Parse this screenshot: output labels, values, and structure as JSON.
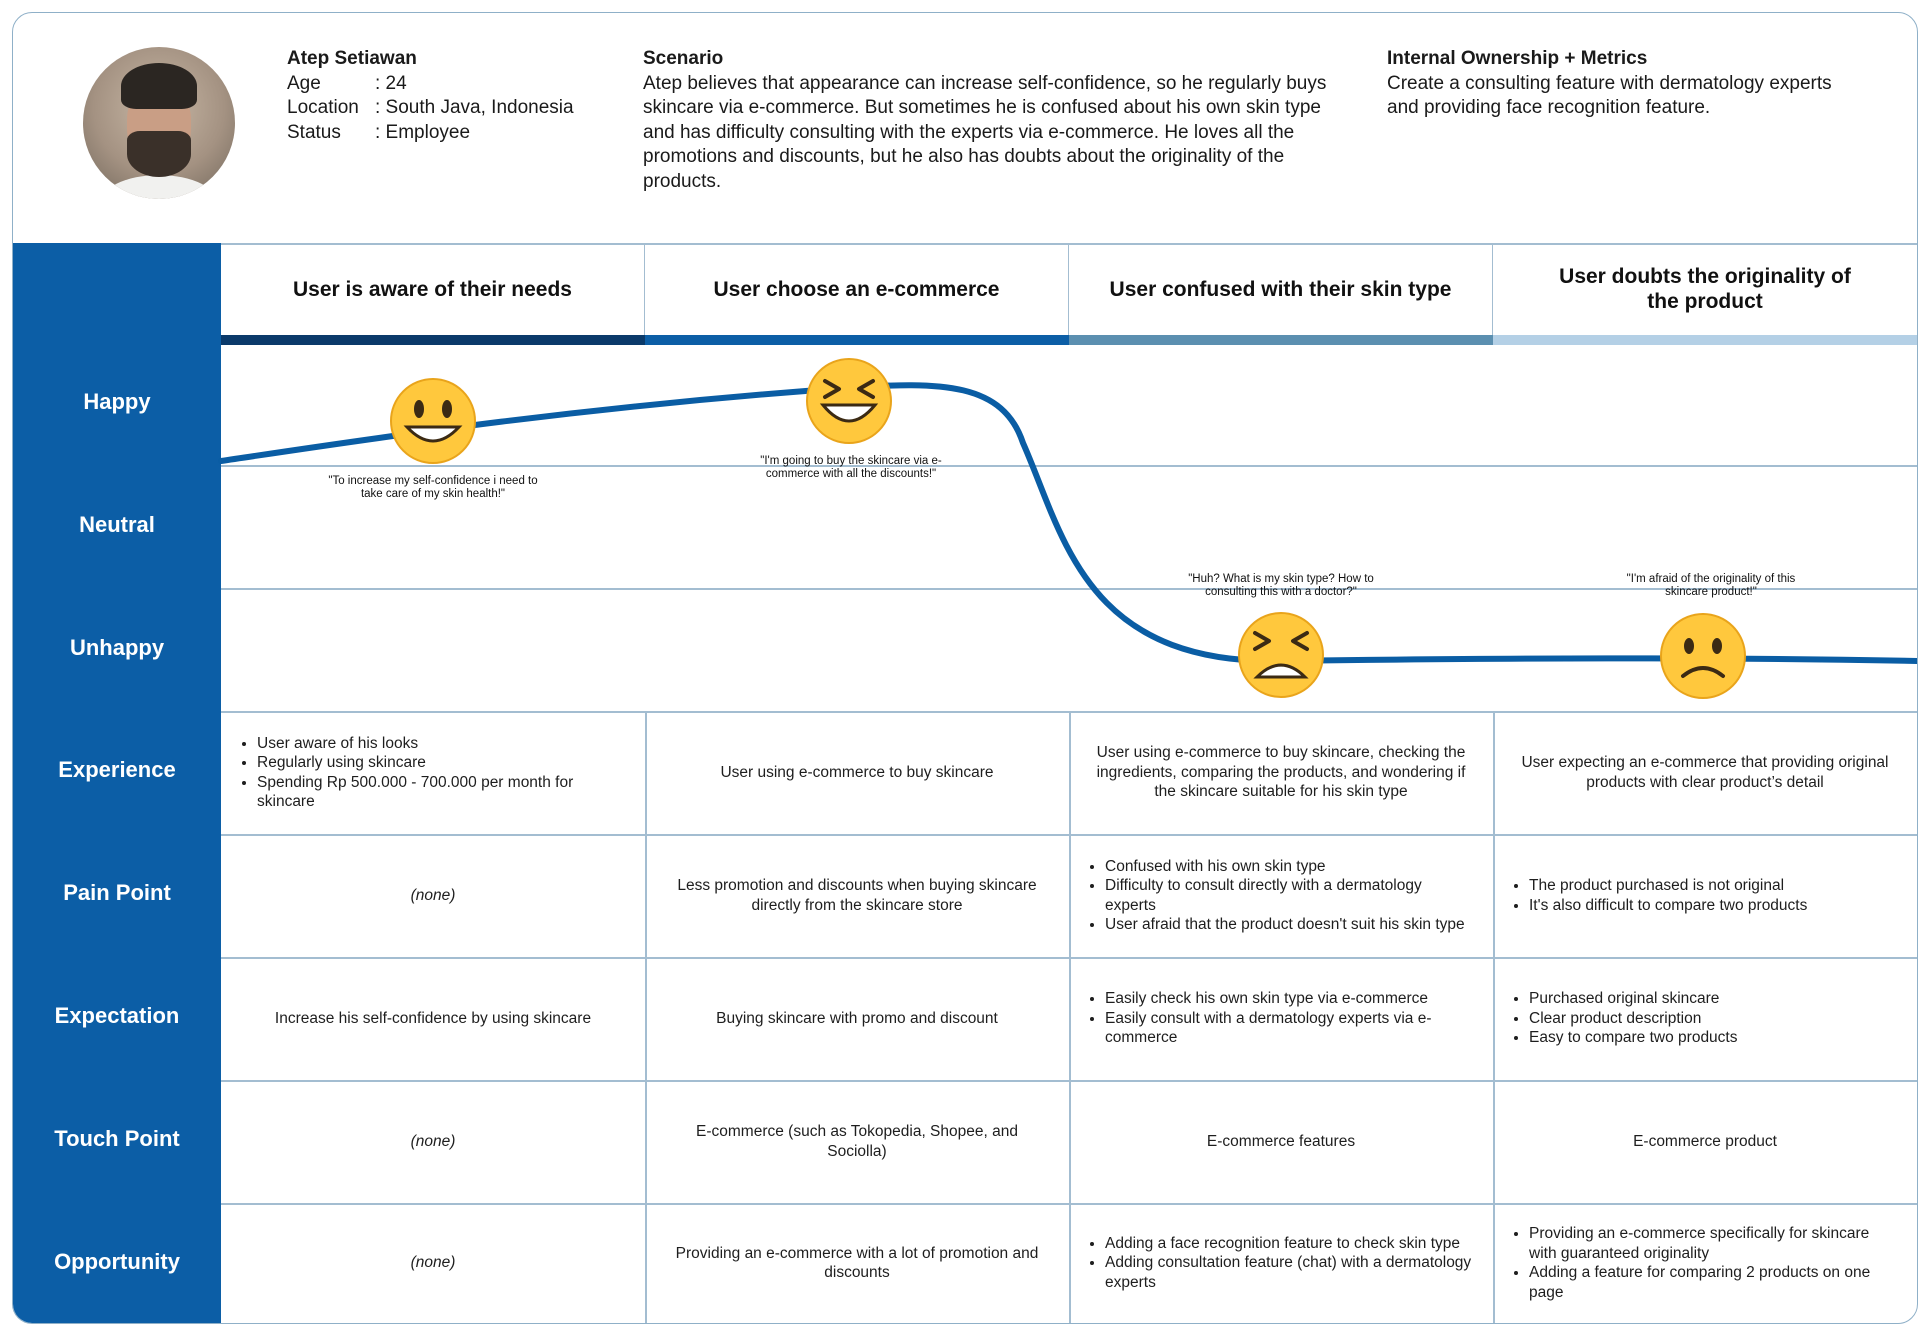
{
  "persona": {
    "name": "Atep Setiawan",
    "age_label": "Age",
    "age_value": ": 24",
    "location_label": "Location",
    "location_value": ": South Java, Indonesia",
    "status_label": "Status",
    "status_value": ": Employee"
  },
  "scenario": {
    "title": "Scenario",
    "text": "Atep believes that appearance can increase self-confidence, so he regularly buys skincare via e-commerce. But sometimes he is confused about his own skin type and has difficulty consulting with the experts via e-commerce. He loves all the promotions and discounts, but he also has doubts about the originality of the products."
  },
  "ownership": {
    "title": "Internal Ownership + Metrics",
    "text": "Create a consulting feature with dermatology experts and providing face recognition feature."
  },
  "stages": [
    {
      "label": "User is aware of their needs",
      "bar_color": "#0b3a6a"
    },
    {
      "label": "User choose an e-commerce",
      "bar_color": "#0c5ea6"
    },
    {
      "label": "User confused with their skin type",
      "bar_color": "#5b8fb0"
    },
    {
      "label": "User doubts the originality of the product",
      "bar_color": "#b4d0e6"
    }
  ],
  "emotion_levels": [
    "Happy",
    "Neutral",
    "Unhappy"
  ],
  "emotions": [
    {
      "level": "happy",
      "emoji": "grinning-face",
      "quote": "\"To increase my self-confidence i need to take care of my skin health!\""
    },
    {
      "level": "very-happy",
      "emoji": "squinting-face",
      "quote": "\"I'm going to buy the skincare via e-commerce with all the discounts!\""
    },
    {
      "level": "unhappy",
      "emoji": "tired-face",
      "quote": "\"Huh? What is my skin type? How to consulting this with a doctor?\""
    },
    {
      "level": "unhappy",
      "emoji": "frowning-face",
      "quote": "\"I'm afraid of the originality of this skincare product!\""
    }
  ],
  "row_labels": [
    "Experience",
    "Pain Point",
    "Expectation",
    "Touch Point",
    "Opportunity"
  ],
  "rows": [
    {
      "name": "experience",
      "cells": [
        {
          "items": [
            "User aware of his looks",
            "Regularly using skincare",
            "Spending Rp 500.000 - 700.000 per month for skincare"
          ]
        },
        {
          "text": "User using e-commerce to buy skincare"
        },
        {
          "text": "User using e-commerce to buy skincare, checking the ingredients, comparing the products, and wondering if the skincare suitable for his skin type"
        },
        {
          "text": "User expecting an e-commerce that providing original products with clear product’s detail"
        }
      ]
    },
    {
      "name": "pain-point",
      "cells": [
        {
          "text": "(none)",
          "none": true
        },
        {
          "text": "Less promotion and discounts when buying skincare directly from the skincare store"
        },
        {
          "items": [
            "Confused with his own skin type",
            "Difficulty to consult directly with a dermatology experts",
            "User afraid that the product doesn't suit his skin type"
          ]
        },
        {
          "items": [
            "The product purchased is not original",
            "It's also difficult to compare two products"
          ]
        }
      ]
    },
    {
      "name": "expectation",
      "cells": [
        {
          "text": "Increase his self-confidence by using skincare"
        },
        {
          "text": "Buying skincare with promo and discount"
        },
        {
          "items": [
            "Easily check his own skin type via e-commerce",
            "Easily consult with a dermatology experts via e-commerce"
          ]
        },
        {
          "items": [
            "Purchased original skincare",
            "Clear product description",
            "Easy to compare two products"
          ]
        }
      ]
    },
    {
      "name": "touch-point",
      "cells": [
        {
          "text": "(none)",
          "none": true
        },
        {
          "text": "E-commerce (such as Tokopedia, Shopee, and Sociolla)"
        },
        {
          "text": "E-commerce features"
        },
        {
          "text": "E-commerce product"
        }
      ]
    },
    {
      "name": "opportunity",
      "cells": [
        {
          "text": "(none)",
          "none": true
        },
        {
          "text": "Providing an e-commerce with a lot of promotion and discounts"
        },
        {
          "items": [
            "Adding a face recognition feature to check skin type",
            "Adding consultation feature (chat) with a dermatology experts"
          ]
        },
        {
          "items": [
            "Providing an e-commerce specifically for skincare with guaranteed originality",
            "Adding a feature for comparing 2 products on one page"
          ]
        }
      ]
    }
  ],
  "colors": {
    "primary": "#0c5ea6",
    "grid": "#a3bdd1",
    "curve": "#0a5da4"
  }
}
